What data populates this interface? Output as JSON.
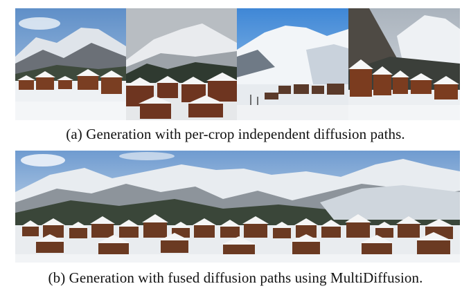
{
  "figure": {
    "panel_a": {
      "caption": "(a) Generation with per-crop independent diffusion paths.",
      "crop_count": 4
    },
    "panel_b": {
      "caption": "(b) Generation with fused diffusion paths using MultiDiffusion."
    }
  }
}
